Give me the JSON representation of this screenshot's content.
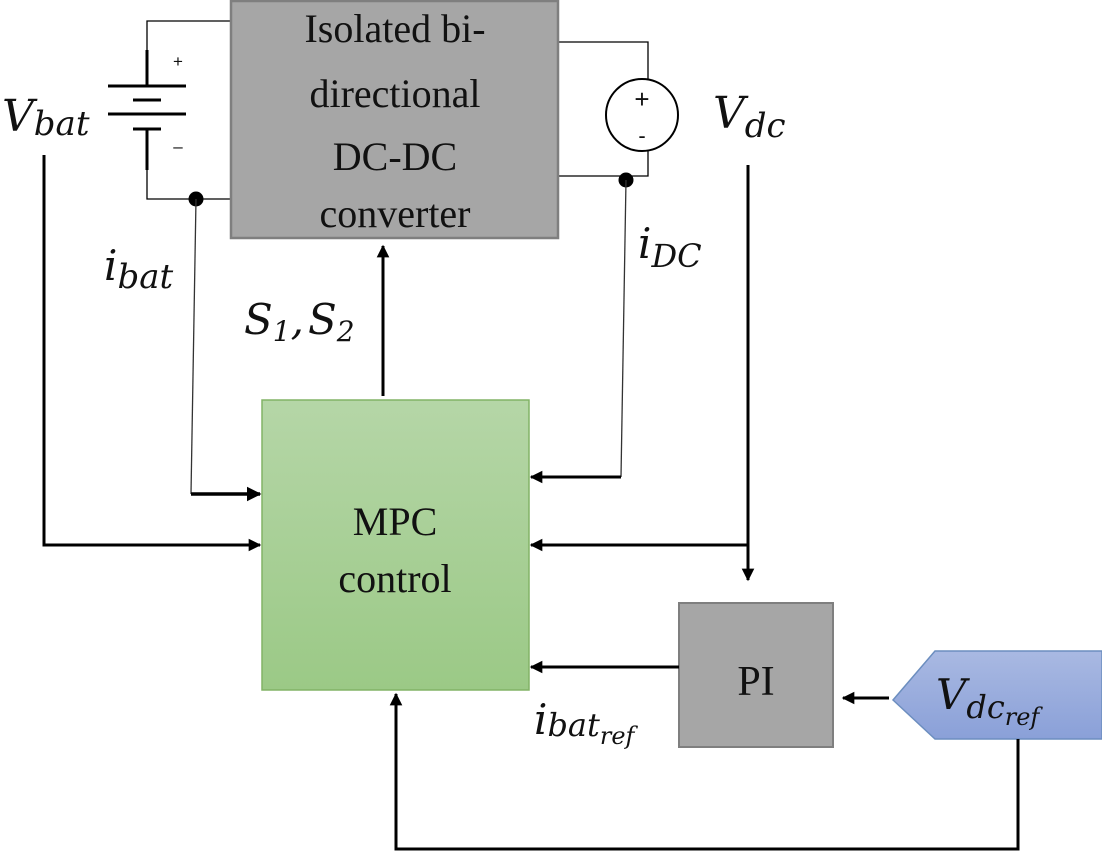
{
  "diagram": {
    "title": "",
    "blocks": {
      "converter": {
        "lines": [
          "Isolated bi-",
          "directional",
          "DC-DC",
          "converter"
        ],
        "fill": "#a6a6a6",
        "stroke": "#7f7f7f"
      },
      "mpc": {
        "lines": [
          "MPC",
          "control"
        ],
        "fill_top": "#b5d6a7",
        "fill_bottom": "#9bc986",
        "stroke": "#82b366"
      },
      "pi": {
        "label": "PI",
        "fill": "#a6a6a6",
        "stroke": "#7f7f7f"
      },
      "vdc_ref": {
        "main": "V",
        "sub": "dc",
        "subsub": "ref",
        "fill_top": "#a9b9e2",
        "fill_bottom": "#8aa0d8",
        "stroke": "#6c8ebf"
      }
    },
    "sources": {
      "battery": {
        "plus": "+",
        "minus": "–"
      },
      "dc_source": {
        "plus": "+",
        "minus": "-"
      }
    },
    "labels": {
      "vbat": {
        "main": "V",
        "sub": "bat"
      },
      "vdc": {
        "main": "V",
        "sub": "dc"
      },
      "ibat": {
        "main": "i",
        "sub": "bat"
      },
      "idc": {
        "main": "i",
        "sub": "DC"
      },
      "switches": {
        "s1": "S",
        "s1_sub": "1",
        "sep": ",",
        "s2": "S",
        "s2_sub": "2"
      },
      "ibat_ref": {
        "main": "i",
        "sub": "bat",
        "subsub": "ref"
      }
    },
    "signals": [
      {
        "name": "ibat-to-mpc",
        "from": "battery sensing node",
        "to": "MPC control"
      },
      {
        "name": "vbat-to-mpc",
        "from": "V_bat",
        "to": "MPC control"
      },
      {
        "name": "idc-to-mpc",
        "from": "DC sensing node",
        "to": "MPC control"
      },
      {
        "name": "vdc-to-mpc",
        "from": "V_dc",
        "to": "MPC control"
      },
      {
        "name": "vdc-to-pi",
        "from": "V_dc",
        "to": "PI"
      },
      {
        "name": "vdcref-to-pi",
        "from": "V_dc_ref",
        "to": "PI"
      },
      {
        "name": "pi-to-mpc",
        "from": "PI",
        "to": "MPC control"
      },
      {
        "name": "vdcref-to-mpc",
        "from": "V_dc_ref",
        "to": "MPC control"
      },
      {
        "name": "mpc-to-converter",
        "from": "MPC control",
        "to": "Isolated bi-directional DC-DC converter"
      }
    ]
  }
}
